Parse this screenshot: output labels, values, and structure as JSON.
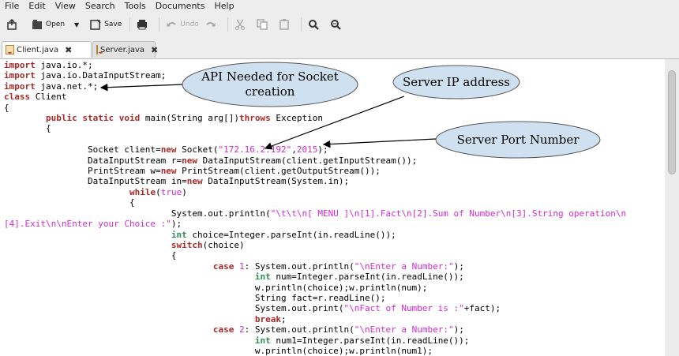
{
  "menu": [
    "File",
    "Edit",
    "View",
    "Search",
    "Tools",
    "Documents",
    "Help"
  ],
  "toolbar": {
    "new_icon": "new-document-icon",
    "open_label": "Open",
    "save_label": "Save",
    "print_icon": "printer-icon",
    "undo_label": "Undo",
    "redo_icon": "redo-icon",
    "cut_icon": "scissors-icon",
    "copy_icon": "copy-icon",
    "paste_icon": "paste-icon",
    "find_icon": "search-icon",
    "replace_icon": "find-replace-icon"
  },
  "tabs": [
    {
      "label": "Client.java",
      "close": "✖",
      "active": true
    },
    {
      "label": "Server.java",
      "close": "✖",
      "active": false
    }
  ],
  "annotations": {
    "api": "API Needed for Socket creation",
    "ip": "Server IP address",
    "port": "Server Port Number"
  },
  "colors": {
    "bubble_fill": "#cfe0f0",
    "keyword": "#a52a2a",
    "type": "#2e8b57",
    "string": "#d02ad0"
  }
}
